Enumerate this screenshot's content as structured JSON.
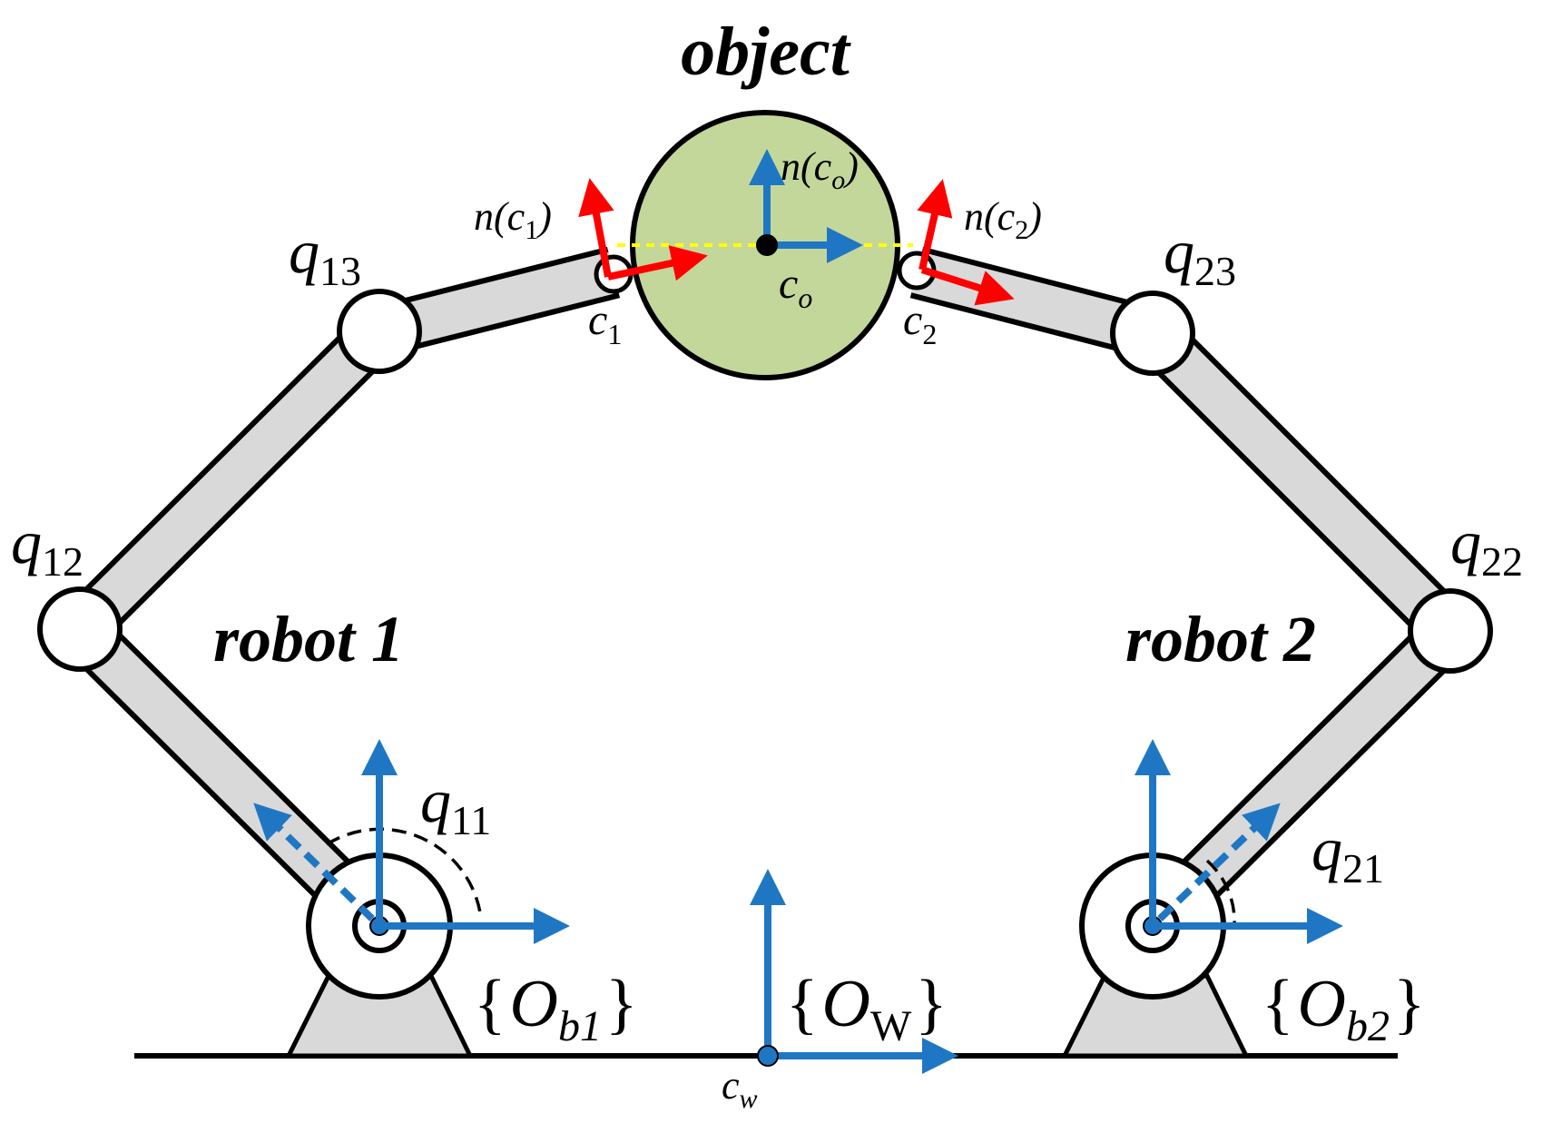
{
  "title": "object",
  "robots": [
    {
      "label": "robot 1",
      "frame": {
        "open": "{",
        "letter": "O",
        "sub": "b1",
        "close": "}"
      }
    },
    {
      "label": "robot 2",
      "frame": {
        "open": "{",
        "letter": "O",
        "sub": "b2",
        "close": "}"
      }
    }
  ],
  "world_frame": {
    "open": "{",
    "letter": "O",
    "sub": "W",
    "close": "}"
  },
  "joints": [
    {
      "base": "q",
      "sub": "11"
    },
    {
      "base": "q",
      "sub": "12"
    },
    {
      "base": "q",
      "sub": "13"
    },
    {
      "base": "q",
      "sub": "21"
    },
    {
      "base": "q",
      "sub": "22"
    },
    {
      "base": "q",
      "sub": "23"
    }
  ],
  "contacts": [
    {
      "base": "c",
      "sub": "1"
    },
    {
      "base": "c",
      "sub": "2"
    }
  ],
  "normals": [
    {
      "pre": "n(",
      "base": "c",
      "sub": "1",
      "post": ")"
    },
    {
      "pre": "n(",
      "base": "c",
      "sub": "o",
      "post": ")"
    },
    {
      "pre": "n(",
      "base": "c",
      "sub": "2",
      "post": ")"
    }
  ],
  "object_center": {
    "base": "c",
    "sub": "o"
  },
  "world_origin": {
    "base": "c",
    "sub": "w"
  },
  "colors": {
    "link_fill": "#d9d9d9",
    "object_fill": "#c4d79b",
    "frame_arrow": "#1f77c4",
    "contact_arrow": "#ff0000",
    "contact_line": "#ffff00",
    "outline": "#000000"
  }
}
